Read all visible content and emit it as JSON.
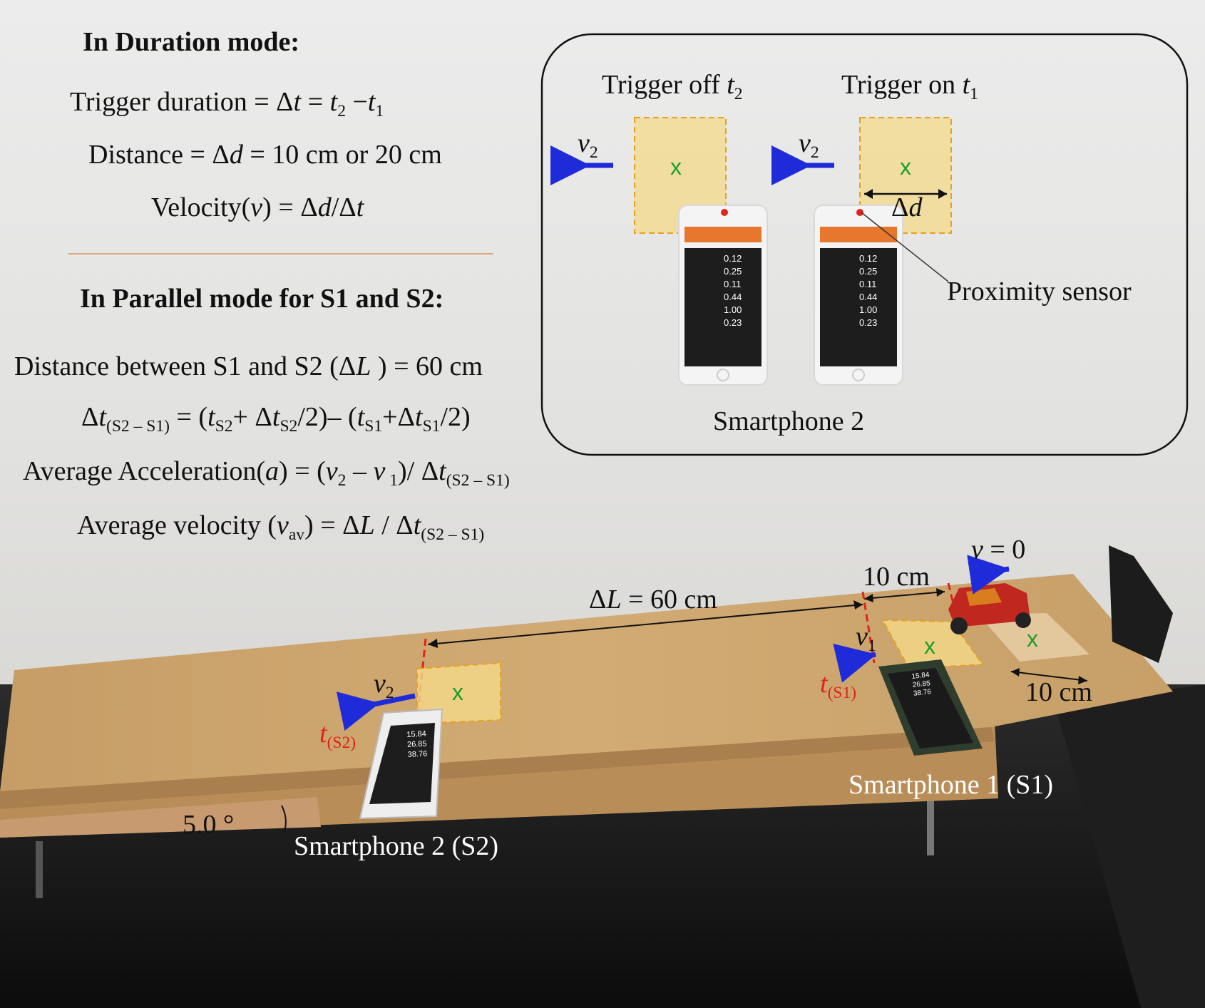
{
  "duration_section": {
    "heading": "In Duration mode:",
    "eq1": {
      "lhs": "Trigger duration = Δ",
      "t": "t",
      "eq": " = ",
      "t2": "t",
      "sub2": "2",
      "minus": " −",
      "t1": "t",
      "sub1": "1"
    },
    "eq2": {
      "lhs": "Distance =  Δ",
      "d": "d",
      "rhs": " = 10 cm or 20 cm"
    },
    "eq3": {
      "lhs": "Velocity(",
      "v": "v",
      "rhs": ") = Δ",
      "d": "d",
      "slash": "/Δ",
      "t": "t"
    }
  },
  "parallel_section": {
    "heading": "In Parallel mode for S1 and S2:",
    "eq1": {
      "lhs": "Distance between S1 and S2 (Δ",
      "L": "L",
      "rhs": " ) = 60 cm"
    },
    "eq2": {
      "a": "Δ",
      "t": "t",
      "sub": "(S2 – S1)",
      "b": " = (",
      "ts2": "t",
      "s2": "S2",
      "c": "+ Δ",
      "t3": "t",
      "s3": "S2",
      "d": "/2)– (",
      "ts1": "t",
      "s1": "S1",
      "e": "+Δ",
      "t4": "t",
      "s4": "S1",
      "f": "/2)"
    },
    "eq3": {
      "a": "Average Acceleration(",
      "acc": "a",
      "b": ") = (",
      "v2": "v",
      "sub2": "2",
      "c": " – ",
      "v1": "v",
      "sub1": " 1",
      "d": ")/ Δ",
      "t": "t",
      "sub": "(S2 – S1)"
    },
    "eq4": {
      "a": "Average velocity (",
      "v": "v",
      "sub": "av",
      "b": ") = Δ",
      "L": "L",
      "c": " / Δ",
      "t": "t",
      "sub2": "(S2 – S1)"
    }
  },
  "inset": {
    "trigger_off": {
      "label": "Trigger off ",
      "t": "t",
      "sub": "2"
    },
    "trigger_on": {
      "label": "Trigger on ",
      "t": "t",
      "sub": "1"
    },
    "velocity_left": {
      "v": "v",
      "sub": "2"
    },
    "velocity_right": {
      "v": "v",
      "sub": "2"
    },
    "delta_d": {
      "a": "Δ",
      "d": "d"
    },
    "x_mark": "x",
    "proximity_label": "Proximity  sensor",
    "phone_caption": "Smartphone 2",
    "phone_values": [
      "0.12",
      "0.25",
      "0.11",
      "0.44",
      "1.00",
      "0.23"
    ]
  },
  "photo": {
    "v_zero": {
      "v": "v",
      "rhs": " = 0"
    },
    "ten_cm_top": "10 cm",
    "ten_cm_bottom": "10 cm",
    "delta_L": {
      "a": "Δ",
      "L": "L",
      "rhs": " = 60 cm"
    },
    "v1": {
      "v": "v",
      "sub": "1"
    },
    "v2": {
      "v": "v",
      "sub": "2"
    },
    "t_s1": {
      "t": "t",
      "sub": "(S1)"
    },
    "t_s2": {
      "t": "t",
      "sub": "(S2)"
    },
    "x_mark": "x",
    "angle": "5.0 °",
    "smartphone1": "Smartphone 1 (S1)",
    "smartphone2": "Smartphone 2 (S2)",
    "phone_values": [
      "15.84",
      "26.85",
      "38.76"
    ]
  },
  "colors": {
    "arrow": "#1f2bd8",
    "marker": "#e0231c",
    "x_mark": "#1a9e2c",
    "sensor_zone": "#f5d98a",
    "sensor_border": "#e6a21f",
    "wood": "#c9a06a",
    "divider": "#d9a57a"
  }
}
